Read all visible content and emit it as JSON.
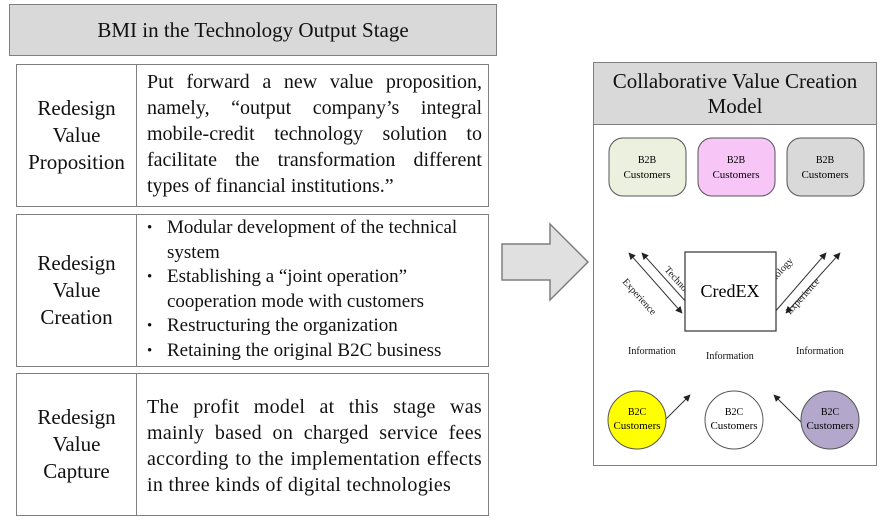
{
  "left_panel": {
    "title": "BMI in the Technology Output Stage",
    "rows": [
      {
        "label": "Redesign Value Proposition",
        "text": "Put forward a new value proposition, namely, “output company’s integral mobile-credit technology solution to facilitate the transformation different types of financial institutions.”"
      },
      {
        "label": "Redesign Value Creation",
        "bullets": [
          "Modular development of the technical system",
          "Establishing a “joint operation” cooperation mode with customers",
          "Restructuring the organization",
          "Retaining the original B2C business"
        ]
      },
      {
        "label": "Redesign Value Capture",
        "text": "The profit model at this stage was mainly based on charged service fees according to the implementation effects in three kinds of digital technologies"
      }
    ]
  },
  "right_panel": {
    "title": "Collaborative Value Creation Model",
    "center": "CredEX",
    "b2b_nodes": [
      {
        "label": "B2B Customers",
        "fill": "#ebf1de"
      },
      {
        "label": "B2B Customers",
        "fill": "#f7c6f7"
      },
      {
        "label": "B2B Customers",
        "fill": "#d9d9d9"
      }
    ],
    "b2c_nodes": [
      {
        "label": "B2C Customers",
        "fill": "#ffff00"
      },
      {
        "label": "B2C Customers",
        "fill": "#ffffff"
      },
      {
        "label": "B2C Customers",
        "fill": "#b3a8cc"
      }
    ],
    "edge_labels": {
      "experience": "Experience",
      "technology": "Technology",
      "information": "Information"
    }
  },
  "colors": {
    "header_fill": "#d9d9d9",
    "border": "#7f7f7f",
    "arrow_fill": "#e0e0e0"
  }
}
